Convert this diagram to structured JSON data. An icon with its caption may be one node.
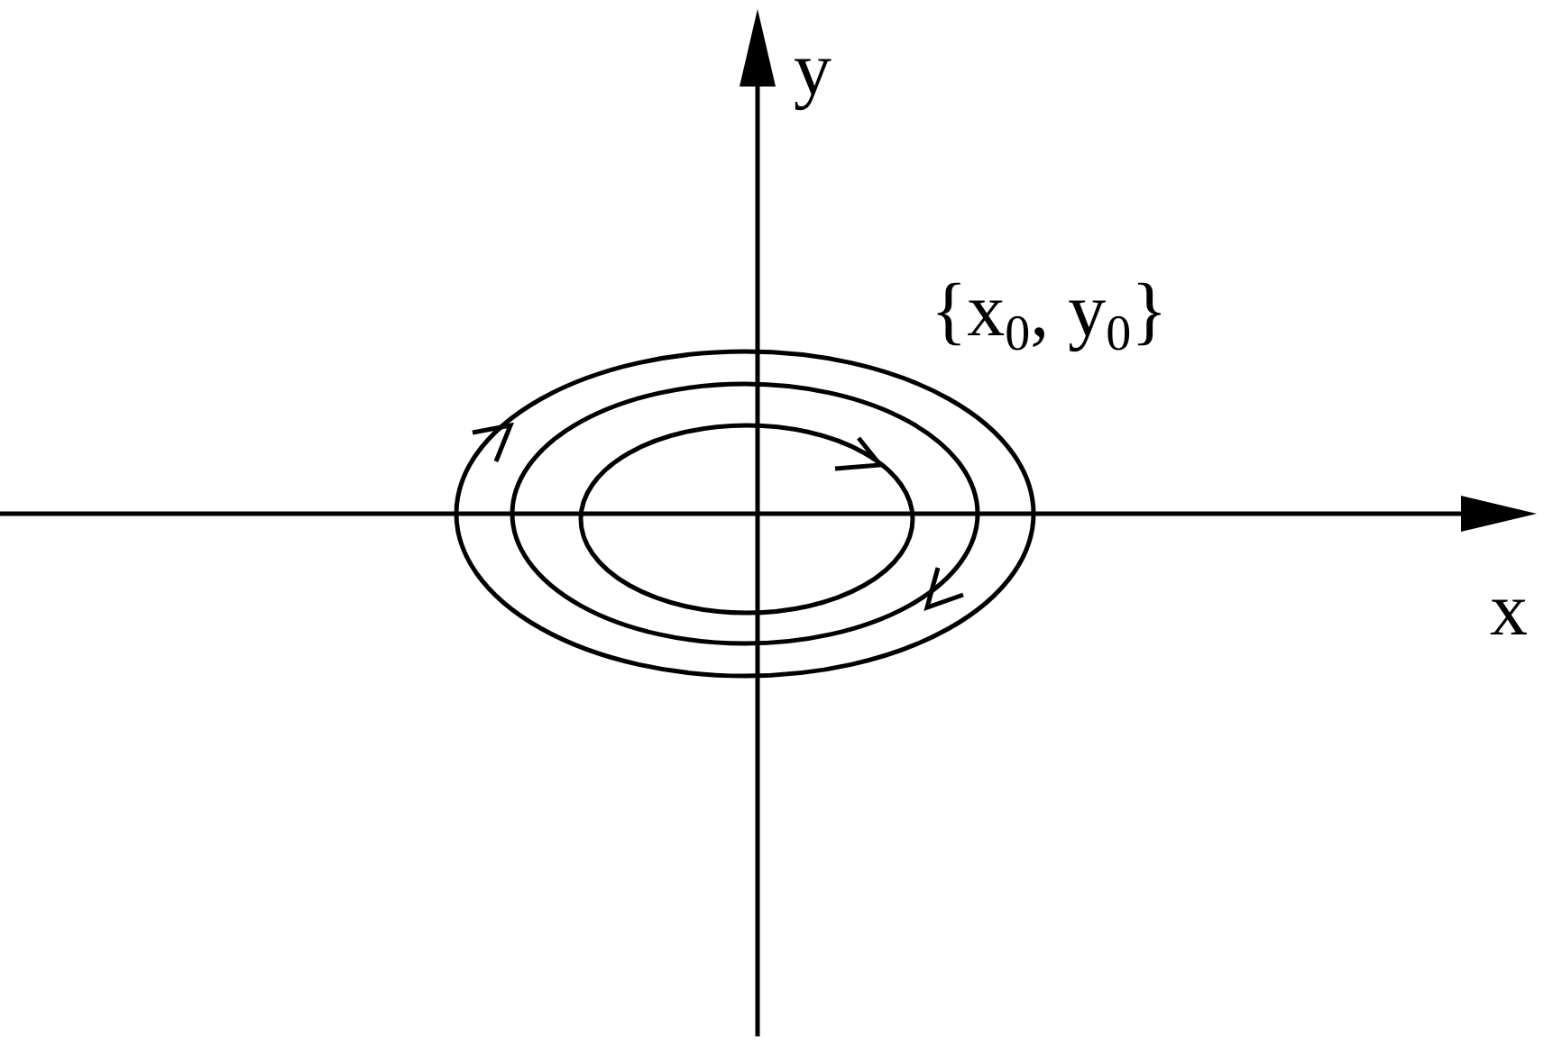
{
  "diagram": {
    "labels": [
      "y",
      "{x$_{0}$, y$_{0}$}",
      "x"
    ]
  }
}
